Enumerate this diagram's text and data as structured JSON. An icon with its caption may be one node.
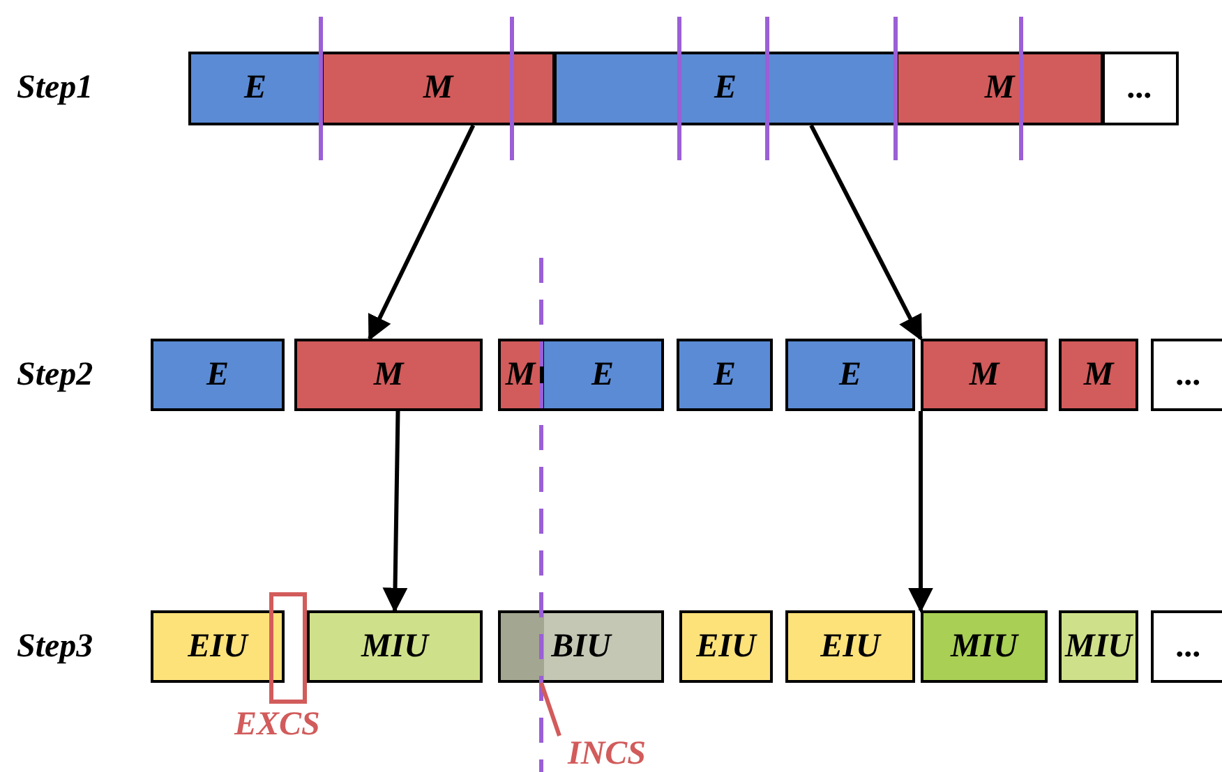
{
  "diagram": {
    "nodes": [
      {
        "text": [
          "E"
        ]
      },
      {
        "text": [
          "M"
        ]
      },
      {
        "text": [
          "E"
        ]
      },
      {
        "text": [
          "M"
        ]
      },
      {
        "text": [
          "..."
        ]
      },
      {
        "text": [
          "E"
        ]
      },
      {
        "text": [
          "M"
        ]
      },
      {
        "text": [
          "M"
        ]
      },
      {
        "text": [
          "E"
        ]
      },
      {
        "text": [
          "E"
        ]
      },
      {
        "text": [
          "E"
        ]
      },
      {
        "text": [
          "M"
        ]
      },
      {
        "text": [
          "M"
        ]
      },
      {
        "text": [
          "..."
        ]
      },
      {
        "text": [
          "EIU"
        ]
      },
      {
        "text": [],
        "shape": "box",
        "beside": [
          "EXCS"
        ]
      },
      {
        "text": [
          "MIU"
        ]
      },
      {
        "text": [
          "BIU"
        ]
      },
      {
        "text": [
          "EIU"
        ]
      },
      {
        "text": [
          "EIU"
        ]
      },
      {
        "text": [
          "MIU"
        ]
      },
      {
        "text": [
          "MIU"
        ]
      },
      {
        "text": [
          "..."
        ]
      },
      {
        "text": [
          "INCS"
        ]
      }
    ],
    "edges": [
      {
        "from": 1,
        "to": 6,
        "arrow": "to"
      },
      {
        "from": 2,
        "to": 11,
        "arrow": "to"
      },
      {
        "from": 6,
        "to": 16,
        "arrow": "to"
      },
      {
        "from": 11,
        "to": 20,
        "arrow": "to"
      },
      {
        "from": 23,
        "to": 17,
        "arrow": "none",
        "color": "#d25b5b"
      }
    ],
    "labels": [
      "Step1",
      "Step2",
      "Step3"
    ]
  }
}
